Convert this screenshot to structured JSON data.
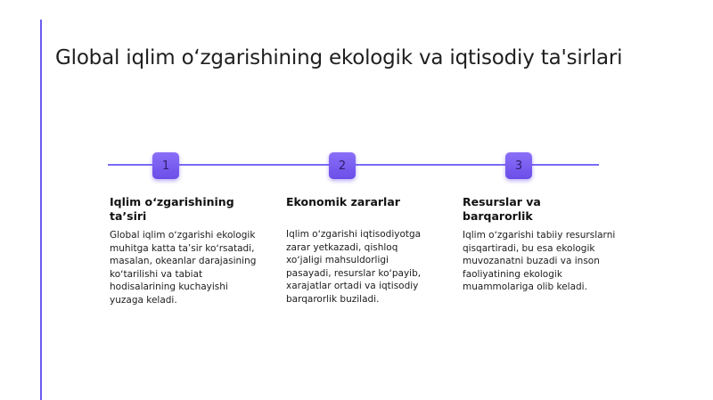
{
  "slide": {
    "title": "Global iqlim oʻzgarishining ekologik va iqtisodiy ta'sirlari"
  },
  "steps": [
    {
      "number": "1",
      "heading": "Iqlim oʻzgarishining taʼsiri",
      "text": "Global iqlim oʻzgarishi ekologik muhitga katta taʼsir koʻrsatadi, masalan, okeanlar darajasining koʻtarilishi va tabiat hodisalarining kuchayishi yuzaga keladi."
    },
    {
      "number": "2",
      "heading": "Ekonomik zararlar",
      "text": "Iqlim oʻzgarishi iqtisodiyotga zarar yetkazadi, qishloq xoʻjaligi mahsuldorligi pasayadi, resurslar koʻpayib, xarajatlar ortadi va iqtisodiy barqarorlik buziladi."
    },
    {
      "number": "3",
      "heading": "Resurslar va barqarorlik",
      "text": "Iqlim oʻzgarishi tabiiy resurslarni qisqartiradi, bu esa ekologik muvozanatni buzadi va inson faoliyatining ekologik muammolariga olib keladi."
    }
  ],
  "colors": {
    "accent": "#6b5cf0",
    "badge": "#7b5ff4"
  }
}
